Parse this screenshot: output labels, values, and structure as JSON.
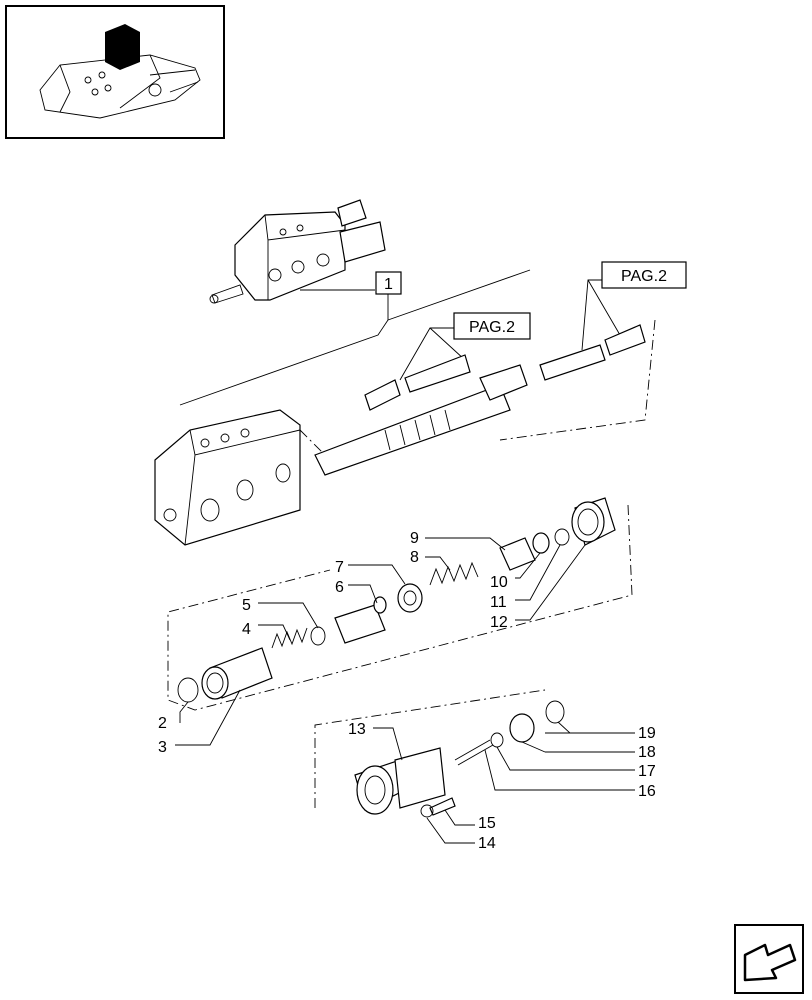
{
  "diagram": {
    "assembly_label": "1",
    "reference_labels": [
      "PAG.2",
      "PAG.2"
    ],
    "callouts": [
      "2",
      "3",
      "4",
      "5",
      "6",
      "7",
      "8",
      "9",
      "10",
      "11",
      "12",
      "13",
      "14",
      "15",
      "16",
      "17",
      "18",
      "19"
    ]
  },
  "thumbnail": {
    "icon": "tractor-hitch-thumbnail"
  },
  "nav": {
    "icon": "next-page-arrow-icon"
  }
}
